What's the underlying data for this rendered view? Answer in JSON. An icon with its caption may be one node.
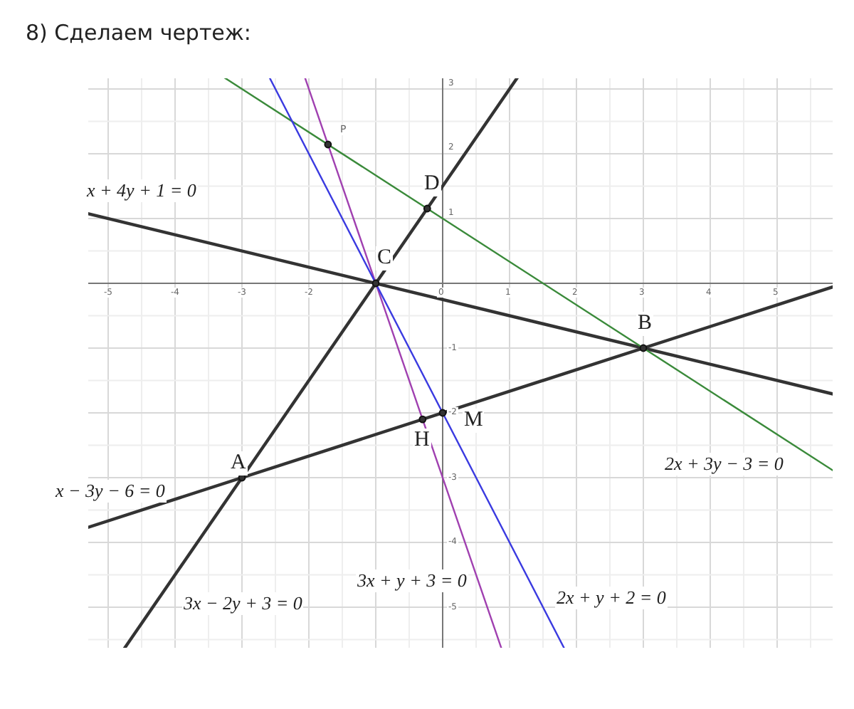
{
  "diagram": {
    "title": "8) Сделаем чертеж:",
    "labels": [
      "P",
      "D",
      "x + 4y + 1 = 0",
      "C",
      "B",
      "M",
      "H",
      "A",
      "2x + 3y − 3 = 0",
      "x − 3y − 6 = 0",
      "3x + y + 3 = 0",
      "3x − 2y + 3 = 0",
      "2x + y + 2 = 0",
      "3",
      "2",
      "1",
      "-5",
      "-4",
      "-3",
      "-2",
      "0",
      "1",
      "2",
      "3",
      "4",
      "5",
      "-1",
      "-2",
      "-3",
      "-4",
      "-5"
    ]
  }
}
